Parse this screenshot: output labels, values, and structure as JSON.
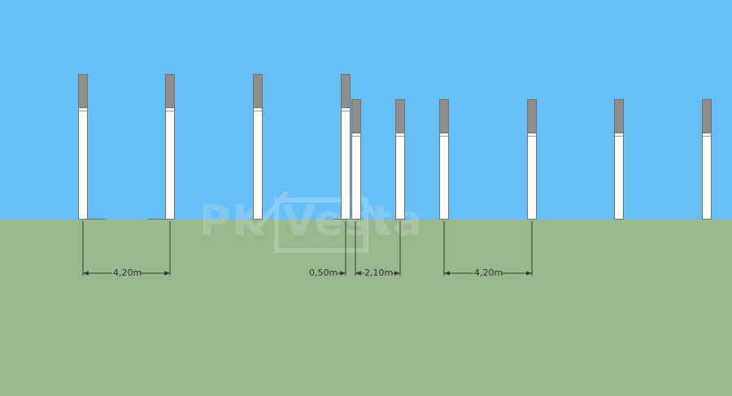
{
  "colors": {
    "sky": "#67bff7",
    "ground": "#98b98e",
    "post_fill": "#ffffff",
    "post_cap": "#8e8e8e",
    "outline": "#6f6f6f",
    "dimension_line": "#3a3a3a"
  },
  "watermark": {
    "text": "PK Vesta",
    "icon": "house-logo-icon"
  },
  "dimensions": [
    {
      "label": "4,20m"
    },
    {
      "label": "0,50m"
    },
    {
      "label": "2,10m"
    },
    {
      "label": "4,20m"
    }
  ]
}
